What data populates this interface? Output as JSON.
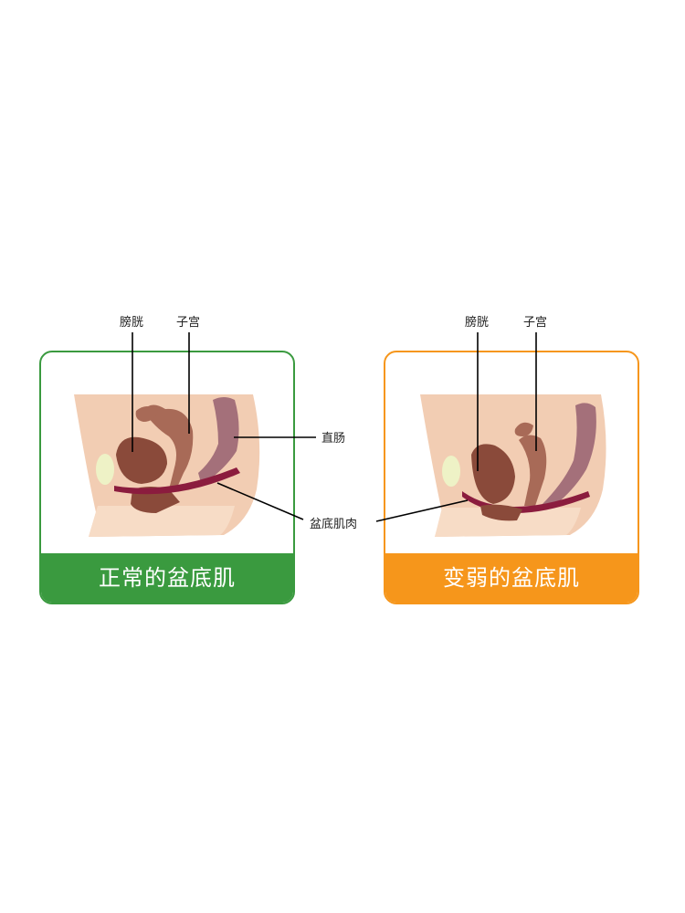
{
  "labels": {
    "bladder": "膀胱",
    "uterus": "子宫",
    "rectum": "直肠",
    "pelvic_floor_muscle": "盆底肌肉"
  },
  "panels": [
    {
      "caption": "正常的盆底肌",
      "border_color": "#3a9a3f"
    },
    {
      "caption": "变弱的盆底肌",
      "border_color": "#f6961b"
    }
  ],
  "colors": {
    "skin": "#f2cdb3",
    "skin_light": "#f7dcc6",
    "organ_dark": "#8a4a3a",
    "organ_mid": "#a86a57",
    "rectum": "#a4707a",
    "muscle": "#8b1c3e",
    "bone": "#eef2c6"
  }
}
